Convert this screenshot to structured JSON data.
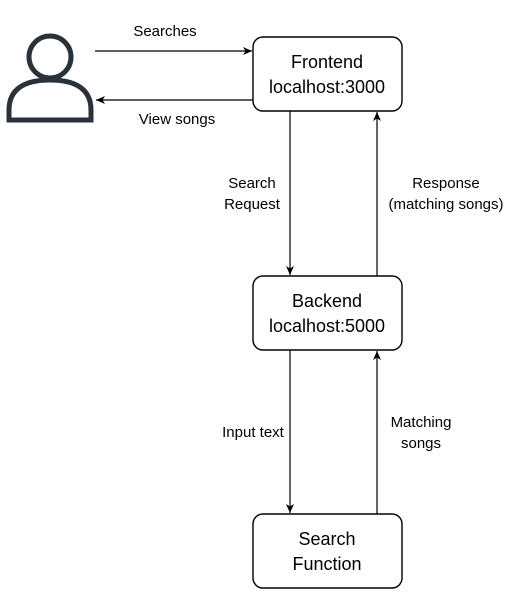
{
  "diagram": {
    "colors": {
      "stroke": "#000000",
      "actor": "#2b3138",
      "background": "#ffffff"
    },
    "actor": {
      "icon": "user-icon"
    },
    "nodes": {
      "frontend": {
        "line1": "Frontend",
        "line2": "localhost:3000"
      },
      "backend": {
        "line1": "Backend",
        "line2": "localhost:5000"
      },
      "search": {
        "line1": "Search",
        "line2": "Function"
      }
    },
    "edges": {
      "searches": "Searches",
      "view_songs": "View songs",
      "search_request": {
        "line1": "Search",
        "line2": "Request"
      },
      "response": {
        "line1": "Response",
        "line2": "(matching songs)"
      },
      "input_text": "Input text",
      "matching_songs": {
        "line1": "Matching",
        "line2": "songs"
      }
    }
  }
}
